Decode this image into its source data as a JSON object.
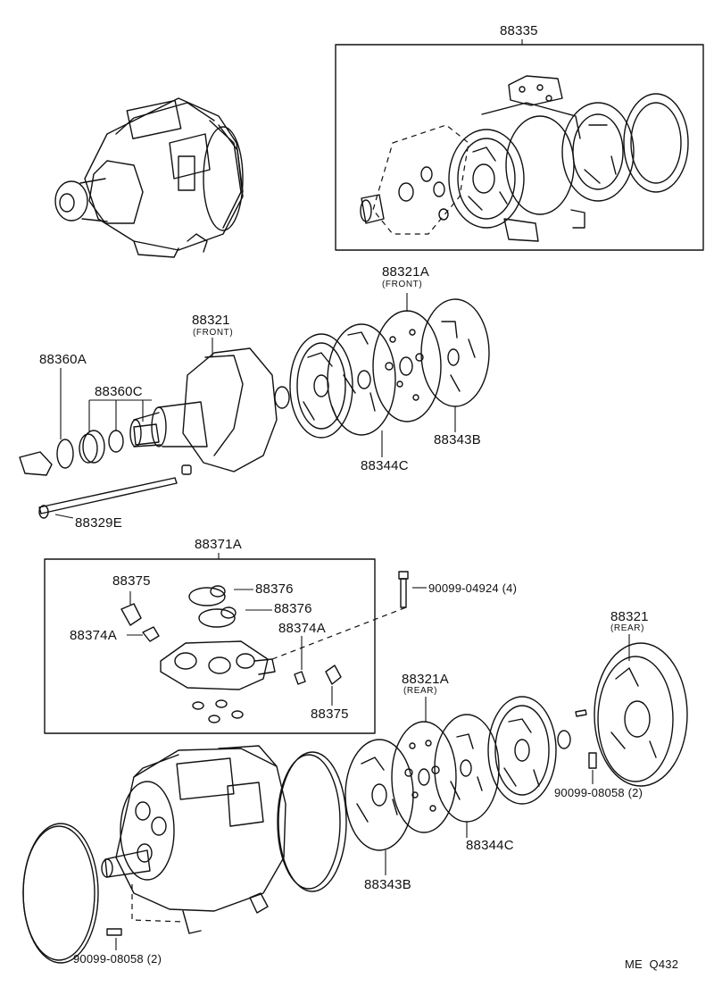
{
  "labels": {
    "assy_88335": "88335",
    "front_plate_88321A": "88321A",
    "front_plate_88321A_sub": "(FRONT)",
    "housing_88321": "88321",
    "housing_88321_sub": "(FRONT)",
    "ring_88360A": "88360A",
    "seal_88360C": "88360C",
    "gasket_88343B_front": "88343B",
    "gasket_88344C_front": "88344C",
    "bolt_88329E": "88329E",
    "valve_kit_88371A": "88371A",
    "part_88375_top": "88375",
    "part_88376_a": "88376",
    "part_88376_b": "88376",
    "part_88374A_left": "88374A",
    "part_88374A_right": "88374A",
    "part_88375_bottom": "88375",
    "bolt_90099_04924": "90099-04924 (4)",
    "housing_88321_rear": "88321",
    "housing_88321_rear_sub": "(REAR)",
    "rear_plate_88321A": "88321A",
    "rear_plate_88321A_sub": "(REAR)",
    "pin_90099_08058_right": "90099-08058 (2)",
    "gasket_88344C_rear": "88344C",
    "gasket_88343B_rear": "88343B",
    "pin_90099_08058_left": "90099-08058 (2)",
    "ref_code": "ME  Q432"
  }
}
